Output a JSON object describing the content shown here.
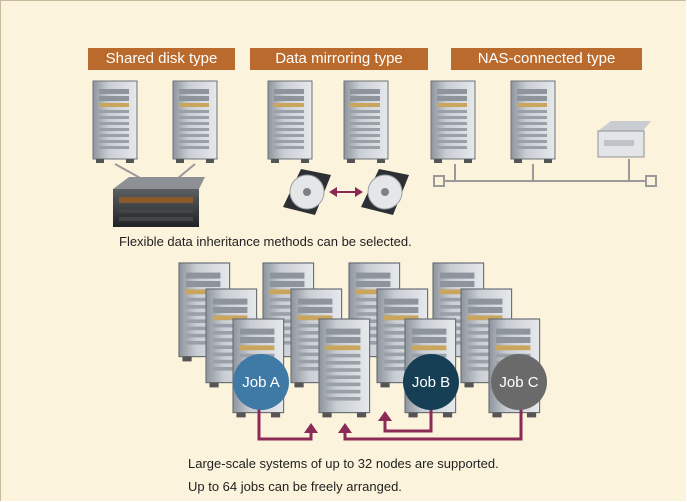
{
  "types": {
    "shared_disk": "Shared disk type",
    "data_mirroring": "Data mirroring type",
    "nas_connected": "NAS-connected type"
  },
  "captions": {
    "inheritance": "Flexible data inheritance methods can be selected.",
    "nodes": "Large-scale systems of up to 32 nodes are supported.",
    "jobs": "Up to 64 jobs can be freely arranged."
  },
  "jobs": {
    "a": "Job A",
    "b": "Job B",
    "c": "Job C"
  },
  "colors": {
    "panel_bg": "#fcf3dc",
    "label_bg": "#b96a2c",
    "connector": "#8a2a55",
    "job_a": "#3f79a6",
    "job_b": "#163e55",
    "job_c": "#6a6a6a"
  }
}
